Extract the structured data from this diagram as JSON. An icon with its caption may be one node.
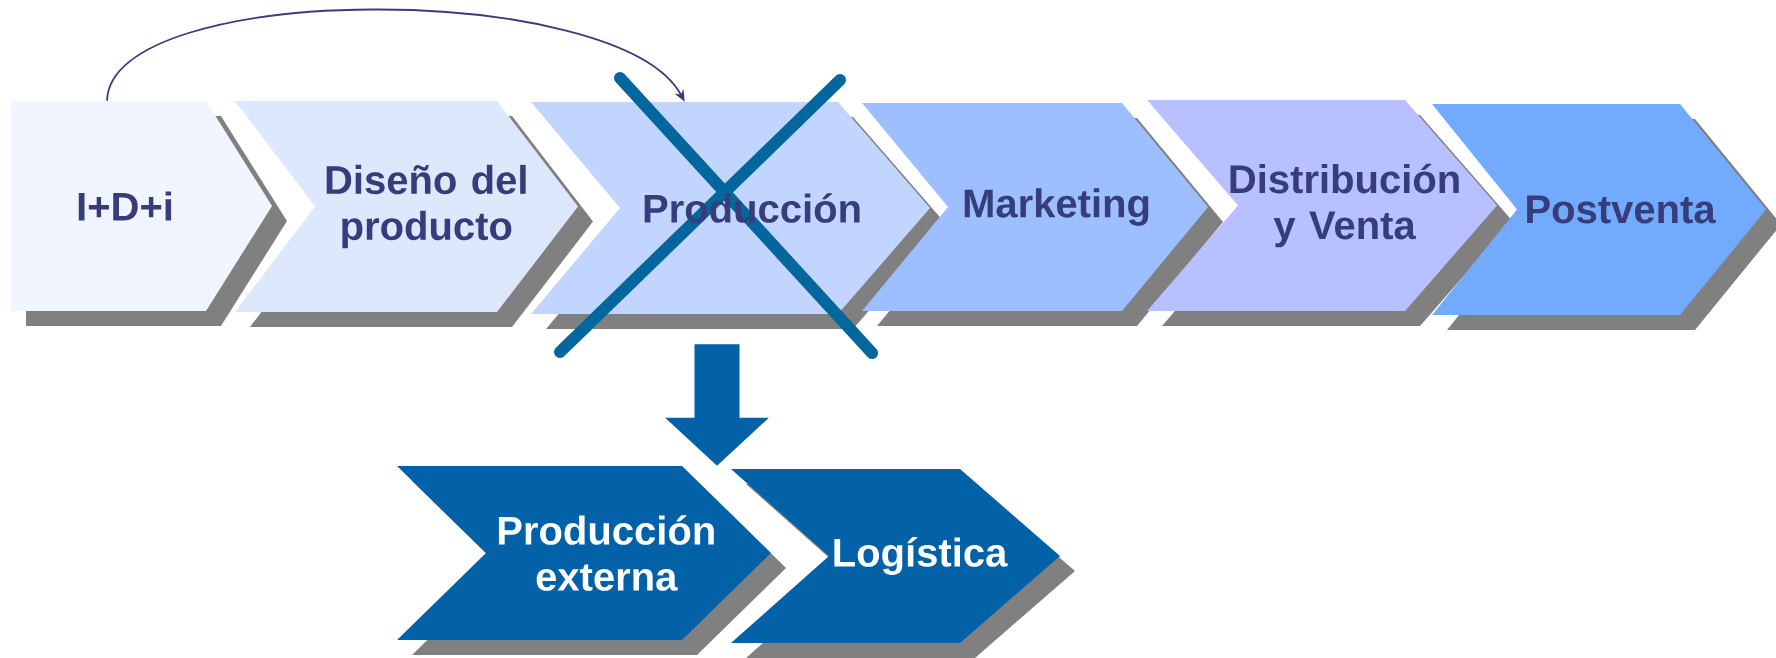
{
  "diagram": {
    "nodes": [
      {
        "text": [
          "I+D+i"
        ]
      },
      {
        "text": [
          "Diseño del producto"
        ]
      },
      {
        "text": [
          "Producción"
        ]
      },
      {
        "text": [
          "Marketing"
        ]
      },
      {
        "text": [
          "Distribución y Venta"
        ]
      },
      {
        "text": [
          "Postventa"
        ]
      },
      {
        "text": [
          "Producción externa"
        ]
      },
      {
        "text": [
          "Logística"
        ]
      }
    ],
    "edges": [
      {
        "from": 0,
        "to": 2,
        "arrow": "to",
        "color": "#363d7a"
      },
      {
        "from": 2,
        "to": 6,
        "arrow": "to",
        "style": "thick",
        "color": "#0361a8"
      }
    ]
  }
}
